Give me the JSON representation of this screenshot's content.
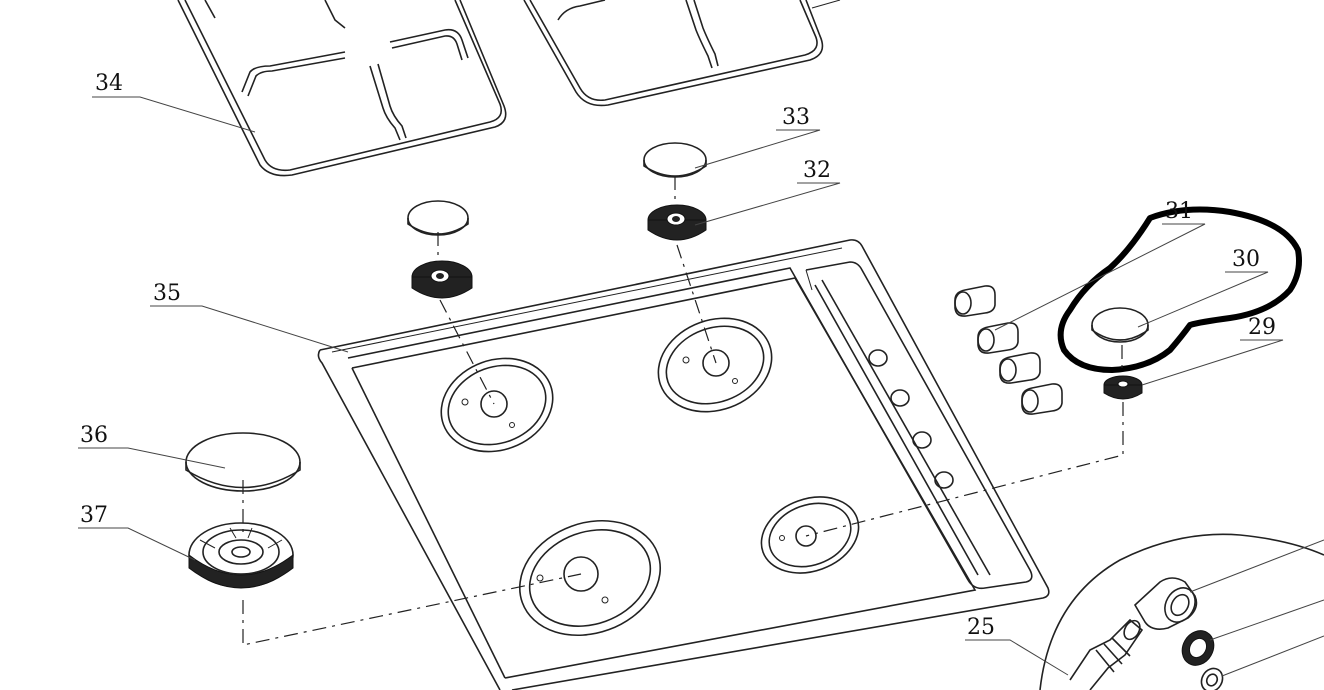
{
  "labels": {
    "l25": "25",
    "l29": "29",
    "l30": "30",
    "l31": "31",
    "l32": "32",
    "l33": "33",
    "l34": "34",
    "l35": "35",
    "l36": "36",
    "l37": "37"
  },
  "colors": {
    "line": "#222222",
    "background": "#ffffff",
    "highlight": "#000000"
  }
}
